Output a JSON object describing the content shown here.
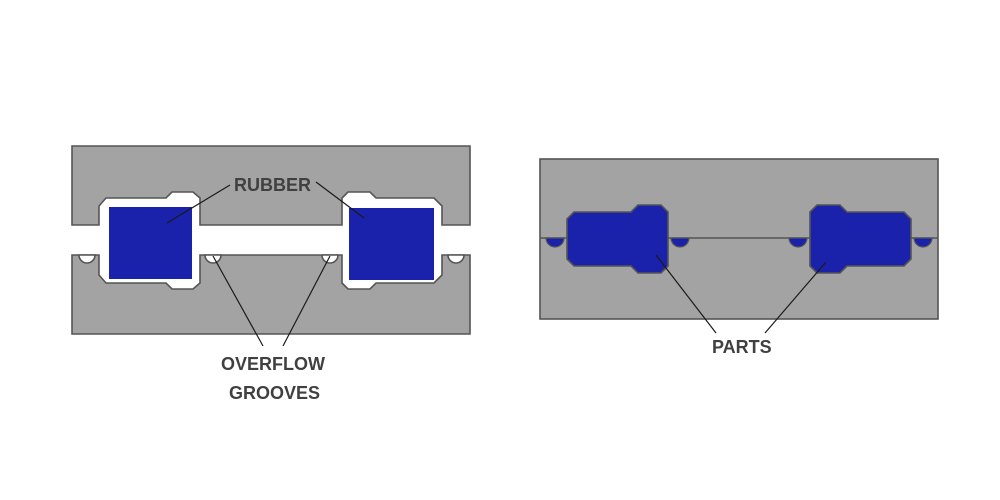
{
  "labels": {
    "rubber": "RUBBER",
    "overflow_line1": "OVERFLOW",
    "overflow_line2": "GROOVES",
    "parts": "PARTS"
  },
  "colors": {
    "mold_gray": "#a3a3a3",
    "outline": "#555555",
    "rubber_blue": "#1a21aa",
    "cavity_white": "#ffffff",
    "text": "#404040"
  }
}
